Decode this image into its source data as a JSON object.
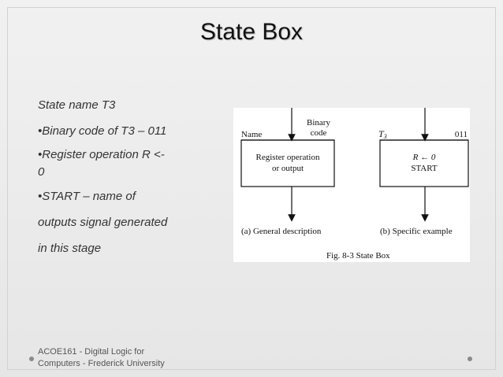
{
  "slide": {
    "title": "State Box",
    "bullets": [
      "State name T3",
      "•Binary code of T3 – 011",
      "•Register operation R <-",
      "0",
      "•START – name of",
      "outputs signal generated",
      "in this stage"
    ],
    "footer_line1": "ACOE161 - Digital Logic for",
    "footer_line2": "Computers - Frederick University"
  },
  "figure": {
    "general": {
      "name_label": "Name",
      "code_label_1": "Binary",
      "code_label_2": "code",
      "box_line1": "Register operation",
      "box_line2": "or output",
      "caption": "(a) General description"
    },
    "specific": {
      "name_label": "T",
      "name_sub": "3",
      "code_label": "011",
      "box_line1": "R ← 0",
      "box_line2": "START",
      "caption": "(b) Specific example"
    },
    "fig_caption": "Fig. 8-3  State Box"
  }
}
